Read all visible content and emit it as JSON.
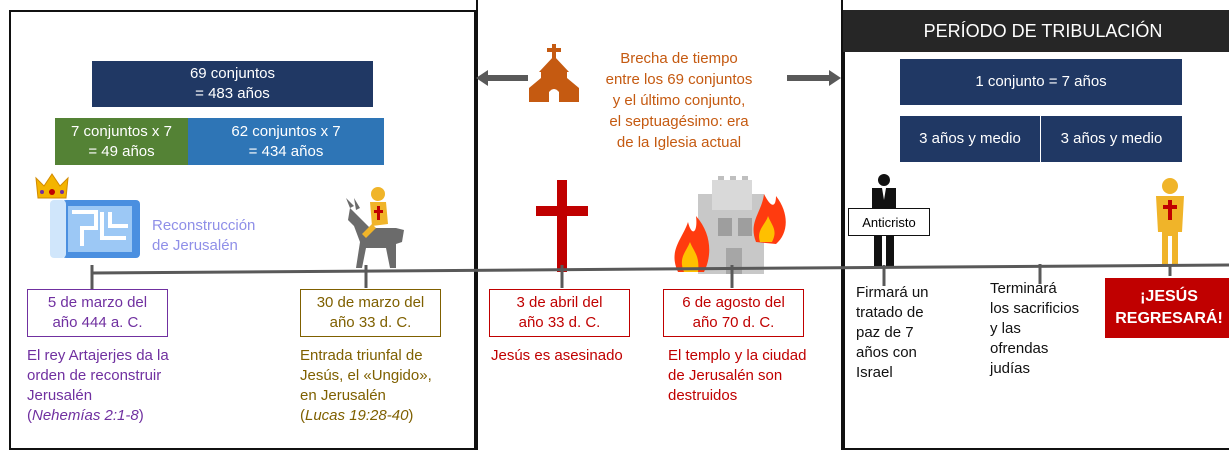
{
  "colors": {
    "navy": "#203864",
    "green": "#548235",
    "blue": "#2e75b6",
    "purple": "#7030a0",
    "gold": "#7f6000",
    "red": "#c00000",
    "orange": "#c55a11",
    "lavender": "#8f8fe8",
    "crown": "#f4b400",
    "cross": "#c00000"
  },
  "left_section": {
    "sixty_nine_box": "69 conjuntos\n= 483 años",
    "seven_box": "7 conjuntos x 7\n= 49 años",
    "sixty_two_box": "62 conjuntos x 7\n= 434 años",
    "reconstruction_label": "Reconstrucción\nde Jerusalén"
  },
  "gap": {
    "text": "Brecha de tiempo\nentre los 69 conjuntos\ny el último conjunto,\nel septuagésimo: era\nde la Iglesia actual"
  },
  "tribulation": {
    "header": "PERÍODO DE TRIBULACIÓN",
    "one_set": "1 conjunto = 7 años",
    "half_a": "3 años y medio",
    "half_b": "3 años y medio",
    "antichrist_label": "Anticristo"
  },
  "events": [
    {
      "date": "5 de marzo del\naño 444 a. C.",
      "desc": "El rey Artajerjes da la\norden de reconstruir\nJerusalén",
      "ref_open": "(",
      "ref": "Nehemías 2:1-8",
      "ref_close": ")"
    },
    {
      "date": "30 de marzo del\naño 33 d. C.",
      "desc": "Entrada triunfal de\nJesús, el «Ungido»,\nen Jerusalén",
      "ref_open": "(",
      "ref": "Lucas 19:28-40",
      "ref_close": ")"
    },
    {
      "date": "3 de abril del\naño 33 d. C.",
      "desc": "Jesús es asesinado"
    },
    {
      "date": "6 de agosto del\naño 70 d. C.",
      "desc": "El templo y la ciudad\nde Jerusalén son\ndestruidos"
    }
  ],
  "tribulation_events": [
    {
      "text": "Firmará un\ntratado de\npaz de 7\naños con\nIsrael"
    },
    {
      "text": "Terminará\nlos sacrificios\ny las\nofrendas\njudías"
    }
  ],
  "return_label": "¡JESÚS\nREGRESARÁ!"
}
